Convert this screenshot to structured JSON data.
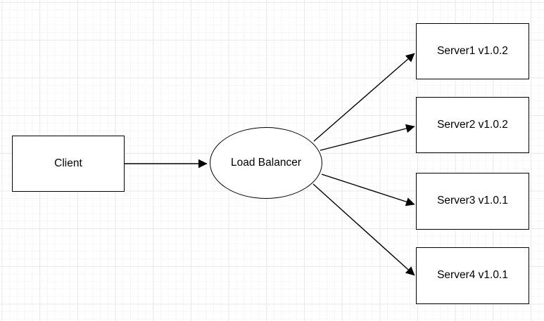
{
  "diagram": {
    "nodes": {
      "client": {
        "label": "Client",
        "shape": "rectangle"
      },
      "load_balancer": {
        "label": "Load Balancer",
        "shape": "ellipse"
      },
      "server1": {
        "label": "Server1 v1.0.2",
        "shape": "rectangle"
      },
      "server2": {
        "label": "Server2 v1.0.2",
        "shape": "rectangle"
      },
      "server3": {
        "label": "Server3 v1.0.1",
        "shape": "rectangle"
      },
      "server4": {
        "label": "Server4 v1.0.1",
        "shape": "rectangle"
      }
    },
    "edges": [
      {
        "from": "client",
        "to": "load_balancer"
      },
      {
        "from": "load_balancer",
        "to": "server1"
      },
      {
        "from": "load_balancer",
        "to": "server2"
      },
      {
        "from": "load_balancer",
        "to": "server3"
      },
      {
        "from": "load_balancer",
        "to": "server4"
      }
    ],
    "colors": {
      "stroke": "#000000",
      "node_fill": "#ffffff",
      "background": "#ffffff",
      "grid_minor": "#f6f6f6",
      "grid_major": "#e9e9e9"
    }
  }
}
